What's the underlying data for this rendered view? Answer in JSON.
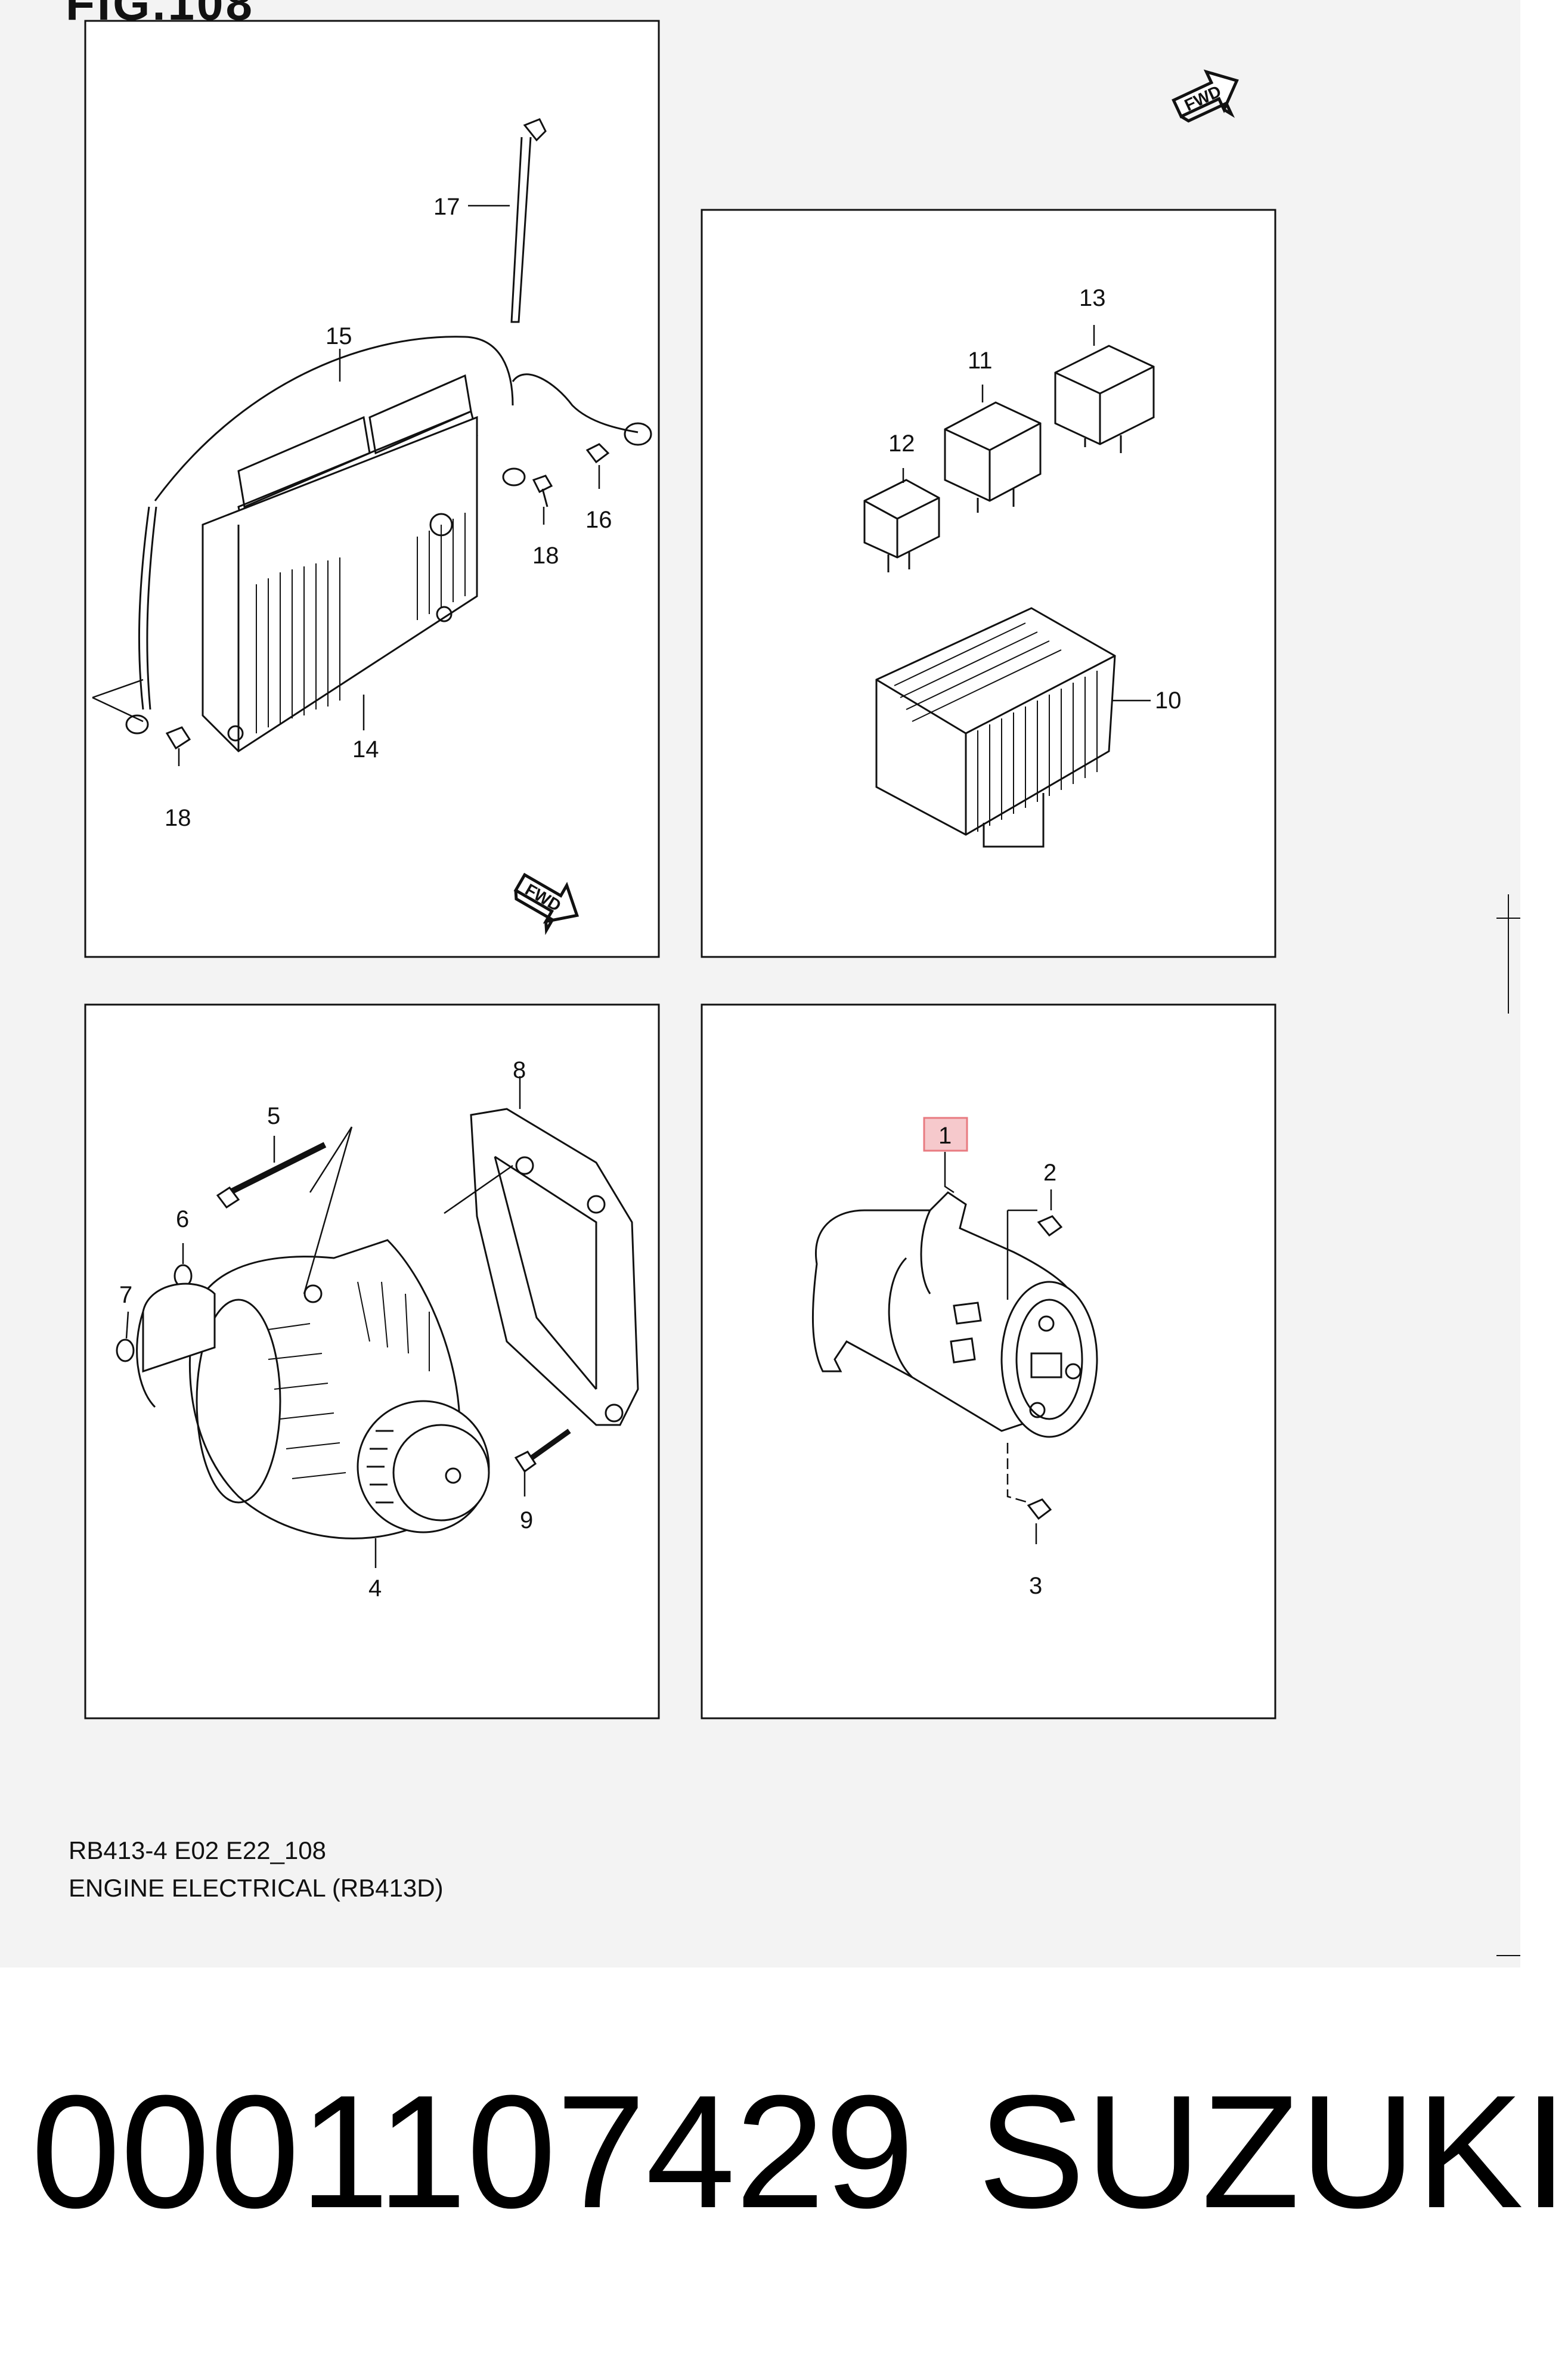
{
  "figure": {
    "title": "FIG.108"
  },
  "fwd_label": "FWD",
  "callouts": {
    "p1": "1",
    "p2": "2",
    "p3": "3",
    "p4": "4",
    "p5": "5",
    "p6": "6",
    "p7": "7",
    "p8": "8",
    "p9": "9",
    "p10": "10",
    "p11": "11",
    "p12": "12",
    "p13": "13",
    "p14": "14",
    "p15": "15",
    "p16": "16",
    "p17": "17",
    "p18a": "18",
    "p18b": "18"
  },
  "highlight_color": "#e87a80",
  "caption": {
    "code": "RB413-4 E02 E22_108",
    "section": "ENGINE ELECTRICAL (RB413D)"
  },
  "footer": {
    "part_number": "0001107429",
    "brand": "SUZUKI"
  }
}
